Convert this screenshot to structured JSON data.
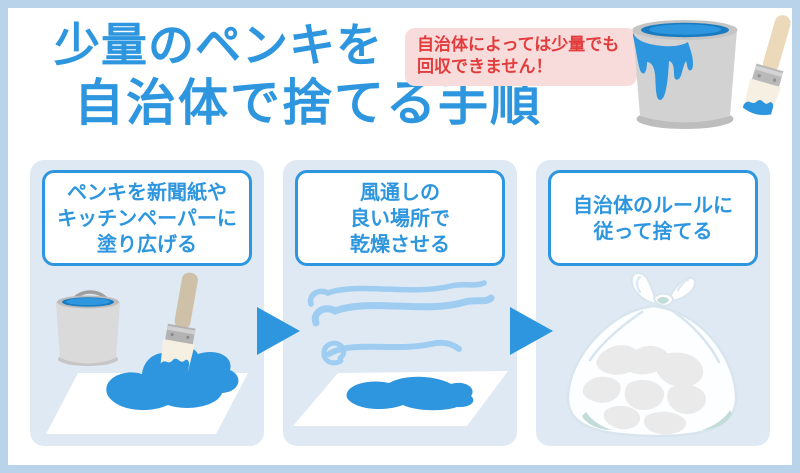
{
  "title": {
    "line1": "少量のペンキを",
    "line2": "自治体で捨てる手順"
  },
  "callout": {
    "line1": "自治体によっては少量でも",
    "line2": "回収できません！"
  },
  "steps": [
    {
      "lines": [
        "ペンキを新聞紙や",
        "キッチンペーパーに",
        "塗り広げる"
      ],
      "illustration": "paint-can-and-brush-spreading-paint-on-paper"
    },
    {
      "lines": [
        "風通しの",
        "良い場所で",
        "乾燥させる"
      ],
      "illustration": "wind-drying-paint-on-paper"
    },
    {
      "lines": [
        "自治体のルールに",
        "従って捨てる"
      ],
      "illustration": "tied-garbage-bag"
    }
  ],
  "icons": {
    "hero": "paint-can-with-brush",
    "arrow": "right-arrow-triangle",
    "callout_tail": "speech-bubble-tail"
  },
  "colors": {
    "accent_blue": "#2e96de",
    "deep_paint_blue": "#1a7cc0",
    "wind_blue": "#9ecdf1",
    "frame_border": "#b9d4ea",
    "panel_bg": "#dfe9f3",
    "callout_bg": "#f8dbdb",
    "callout_text": "#e23c3c",
    "can_gray": "#d2d2d2",
    "brush_handle_tan": "#ecd9ba",
    "bag_outline": "#d9e5ee",
    "bag_contents": "#eaeaea"
  }
}
